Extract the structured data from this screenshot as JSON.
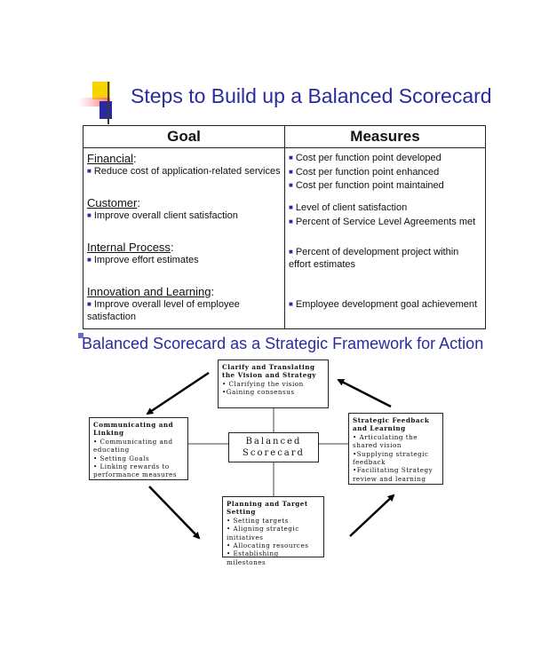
{
  "header": {
    "title": "Steps to Build up a Balanced Scorecard"
  },
  "table": {
    "col_goal": "Goal",
    "col_measures": "Measures",
    "groups": [
      {
        "heading": "Financial",
        "suffix": ":",
        "goals": [
          "Reduce cost of application-related services"
        ],
        "measures": [
          "Cost per function point developed",
          "Cost per function point enhanced",
          "Cost per function point maintained"
        ]
      },
      {
        "heading": "Customer",
        "suffix": ":",
        "goals": [
          "Improve overall client satisfaction"
        ],
        "measures": [
          "Level of client satisfaction",
          "Percent of Service Level Agreements met"
        ]
      },
      {
        "heading": "Internal Process",
        "suffix": ":",
        "goals": [
          "Improve effort estimates"
        ],
        "measures": [
          "Percent of development project within effort estimates"
        ]
      },
      {
        "heading": "Innovation and Learning",
        "suffix": ":",
        "goals": [
          "Improve overall level of employee satisfaction"
        ],
        "measures": [
          "Employee development goal achievement"
        ]
      }
    ]
  },
  "framework": {
    "title": "Balanced Scorecard as a Strategic Framework for Action",
    "center_line1": "Balanced",
    "center_line2": "Scorecard",
    "top": {
      "h1": "Clarify and Translating",
      "h2": "the Vision and Strategy",
      "items": [
        "• Clarifying the vision",
        "•Gaining consensus"
      ]
    },
    "left": {
      "h1": "Communicating and",
      "h2": "Linking",
      "items": [
        "• Communicating and",
        "educating",
        "• Setting Goals",
        "• Linking rewards to",
        "performance measures"
      ]
    },
    "right": {
      "h1": "Strategic Feedback",
      "h2": "and Learning",
      "items": [
        "• Articulating the",
        "shared vision",
        "•Supplying strategic",
        "feedback",
        "•Facilitating Strategy",
        "review and learning"
      ]
    },
    "bottom": {
      "h1": "Planning and Target",
      "h2": "Setting",
      "items": [
        "• Setting targets",
        "• Aligning strategic",
        "initiatives",
        "• Allocating resources",
        "• Establishing milestones"
      ]
    }
  }
}
